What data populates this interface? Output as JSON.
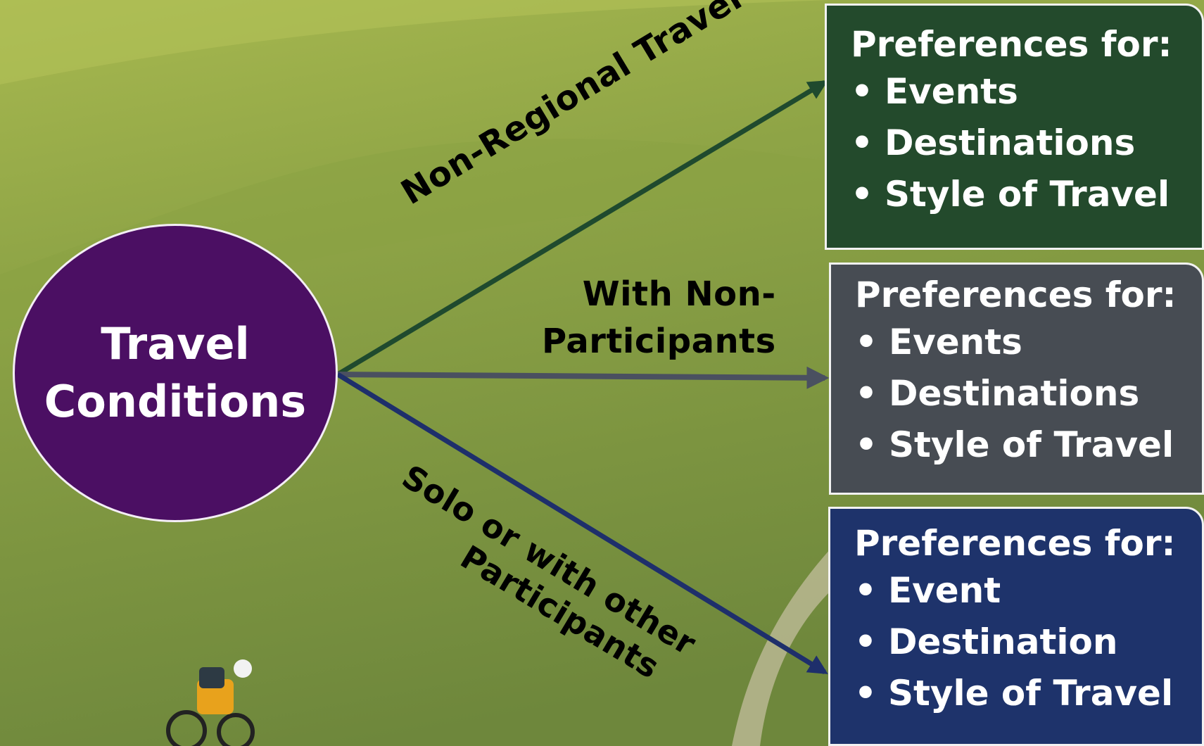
{
  "colors": {
    "hub": "#4b0f63",
    "green_box": "#234a2c",
    "gray_box": "#474c53",
    "navy_box": "#1e336b",
    "green_arrow": "#1f4a2e",
    "gray_arrow": "#4a5060",
    "navy_arrow": "#1e2f6b"
  },
  "hub": {
    "line1": "Travel",
    "line2": "Conditions"
  },
  "edges": {
    "top": "Non-Regional Travel",
    "middle_line1": "With Non-",
    "middle_line2": "Participants",
    "bottom_line1": "Solo or with other",
    "bottom_line2": "Participants"
  },
  "boxes": [
    {
      "title": "Preferences for:",
      "items": [
        "Events",
        "Destinations",
        "Style of Travel"
      ]
    },
    {
      "title": "Preferences for:",
      "items": [
        "Events",
        "Destinations",
        "Style of Travel"
      ]
    },
    {
      "title": "Preferences for:",
      "items": [
        "Event",
        "Destination",
        "Style of Travel"
      ]
    }
  ]
}
